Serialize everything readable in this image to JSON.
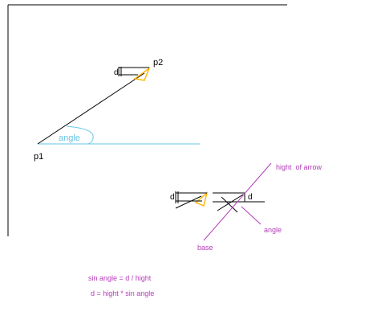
{
  "colors": {
    "ink": "#000000",
    "cyan": "#66c6e6",
    "arrow": "#ffb400",
    "purple": "#b43bb9",
    "frame": "#000000",
    "background": "#ffffff"
  },
  "top_figure": {
    "point1_label": "p1",
    "point2_label": "p2",
    "angle_label": "angle",
    "offset_label": "d"
  },
  "detail_figure": {
    "offset_label_left": "d",
    "offset_label_right": "d",
    "height_label": "hight  of arrow",
    "angle_label": "angle",
    "base_label": "base"
  },
  "formulas": {
    "line1": "sin angle = d / hight",
    "line2": "d = hight * sin angle"
  }
}
